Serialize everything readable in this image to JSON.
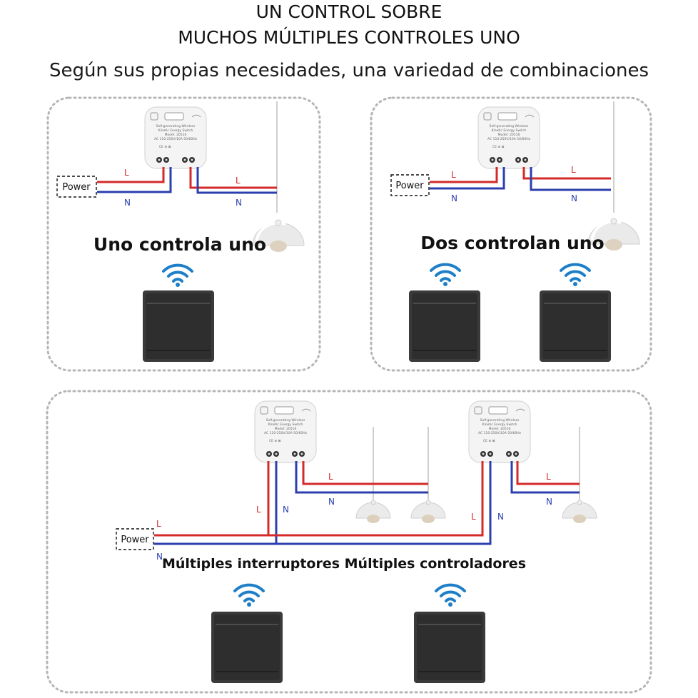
{
  "header": {
    "line1": "UN CONTROL SOBRE",
    "line2": "MUCHOS MÚLTIPLES CONTROLES UNO",
    "subtitle": "Según sus propias necesidades, una variedad de combinaciones"
  },
  "panels": {
    "one": {
      "label": "Uno controla uno"
    },
    "two": {
      "label": "Dos controlan uno"
    },
    "multi": {
      "label": "Múltiples interruptores Múltiples controladores"
    }
  },
  "wiring": {
    "power_label": "Power",
    "live_label": "L",
    "neutral_label": "N",
    "live_color": "#d42a2a",
    "neutral_color": "#2b3fae"
  },
  "module": {
    "text_lines": [
      "Self-generating Wireless",
      "Kinetic Energy Switch",
      "Model: 20516",
      "AC 110-250V/10A 50/60Hz"
    ]
  },
  "icons": {
    "wifi": "wifi-icon",
    "lamp": "pendant-lamp-icon",
    "switch": "wall-switch"
  }
}
